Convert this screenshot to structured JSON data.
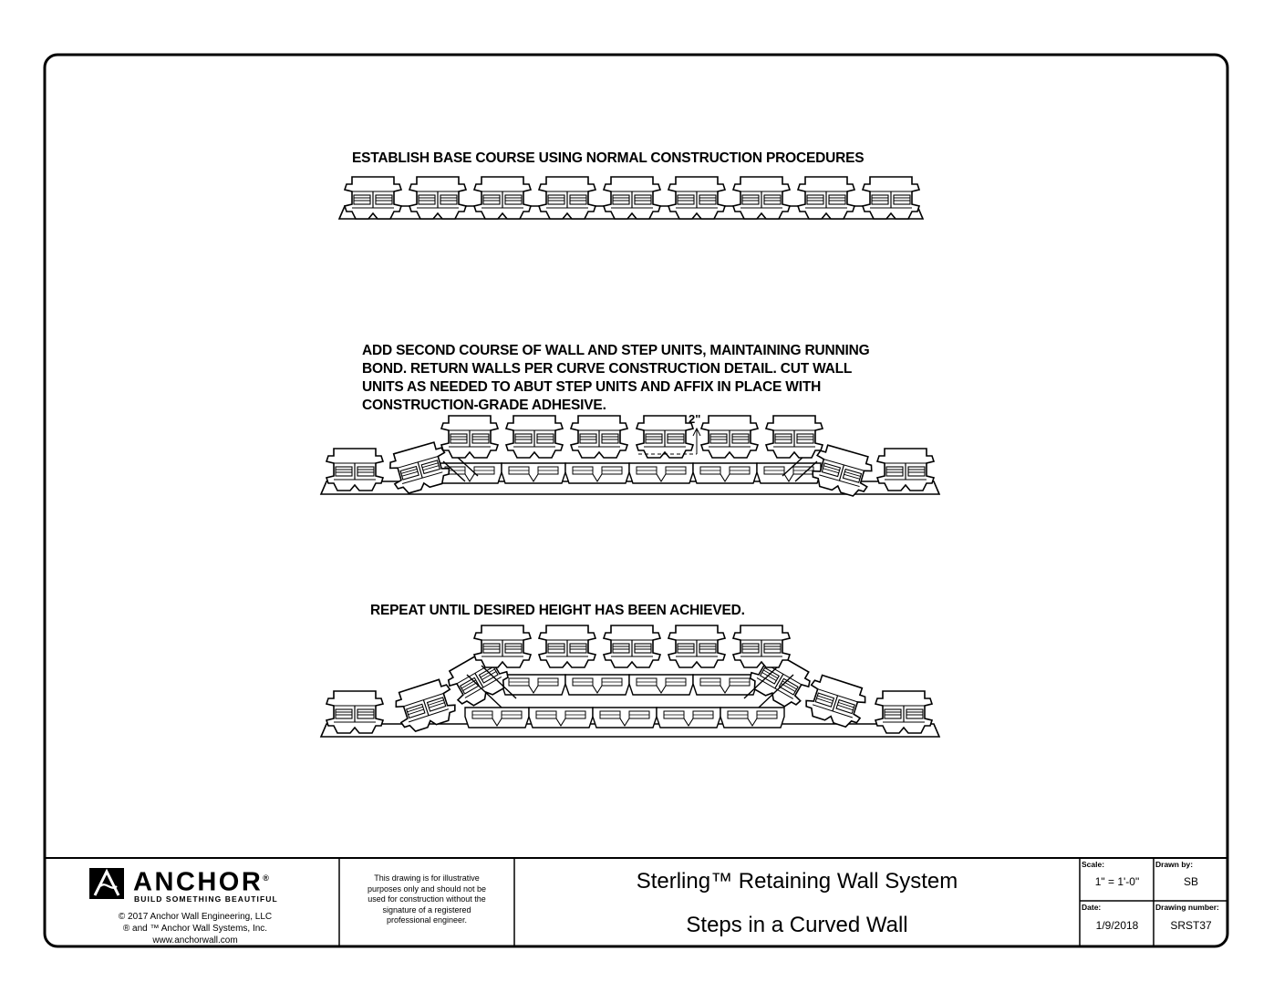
{
  "notes": {
    "step1": "ESTABLISH BASE COURSE USING NORMAL CONSTRUCTION PROCEDURES",
    "step2": [
      "ADD SECOND COURSE OF WALL AND STEP UNITS, MAINTAINING RUNNING",
      "BOND. RETURN WALLS PER CURVE CONSTRUCTION DETAIL. CUT WALL",
      "UNITS AS NEEDED TO ABUT STEP UNITS AND AFFIX IN PLACE WITH",
      "CONSTRUCTION-GRADE ADHESIVE."
    ],
    "step3": "REPEAT UNTIL DESIRED HEIGHT HAS BEEN ACHIEVED.",
    "dimension": "2\""
  },
  "title_block": {
    "logo": {
      "word": "ANCHOR",
      "registered": "®",
      "tagline": "BUILD SOMETHING BEAUTIFUL"
    },
    "copyright": [
      "© 2017 Anchor Wall Engineering, LLC",
      "® and ™ Anchor Wall Systems, Inc.",
      "www.anchorwall.com"
    ],
    "disclaimer": [
      "This drawing is for illustrative",
      "purposes only and should not be",
      "used for construction without the",
      "signature of a registered",
      "professional engineer."
    ],
    "title_line1": "Sterling™ Retaining Wall System",
    "title_line2": "Steps in a Curved Wall",
    "scale_label": "Scale:",
    "scale_value": "1\" = 1'-0\"",
    "drawn_by_label": "Drawn by:",
    "drawn_by_value": "SB",
    "date_label": "Date:",
    "date_value": "1/9/2018",
    "drawing_number_label": "Drawing number:",
    "drawing_number_value": "SRST37"
  },
  "colors": {
    "line": "#000000",
    "paper": "#ffffff"
  }
}
